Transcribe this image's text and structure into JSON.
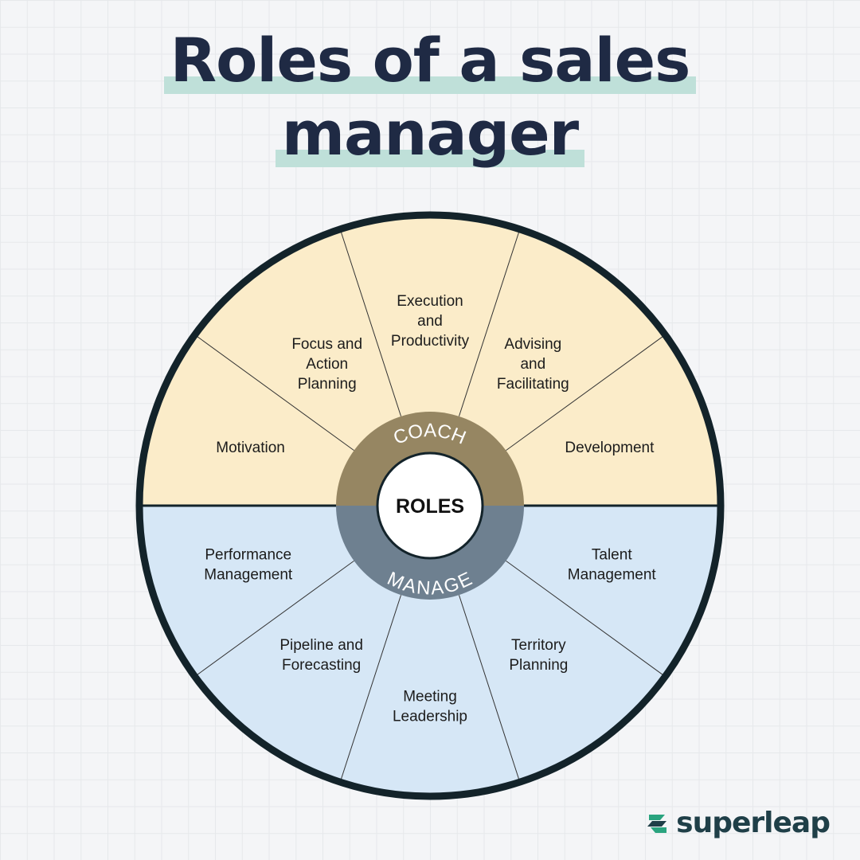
{
  "title": {
    "line1": "Roles of a sales",
    "line2": "manager"
  },
  "center": {
    "label": "ROLES"
  },
  "ring": {
    "top_label": "COACH",
    "bottom_label": "MANAGE"
  },
  "coach_roles": [
    {
      "lines": [
        "Motivation"
      ]
    },
    {
      "lines": [
        "Focus and",
        "Action",
        "Planning"
      ]
    },
    {
      "lines": [
        "Execution",
        "and",
        "Productivity"
      ]
    },
    {
      "lines": [
        "Advising",
        "and",
        "Facilitating"
      ]
    },
    {
      "lines": [
        "Development"
      ]
    }
  ],
  "manage_roles": [
    {
      "lines": [
        "Performance",
        "Management"
      ]
    },
    {
      "lines": [
        "Pipeline and",
        "Forecasting"
      ]
    },
    {
      "lines": [
        "Meeting",
        "Leadership"
      ]
    },
    {
      "lines": [
        "Territory",
        "Planning"
      ]
    },
    {
      "lines": [
        "Talent",
        "Management"
      ]
    }
  ],
  "colors": {
    "coach_fill": "#fbecc9",
    "manage_fill": "#d6e7f6",
    "coach_ring": "#968662",
    "manage_ring": "#6e8090",
    "outline": "#13232a",
    "text": "#1c1c1c",
    "logo": "#1f3f48",
    "logo_accent": "#2aa47f"
  },
  "brand": {
    "name": "superleap",
    "icon": "superleap-logo-icon"
  }
}
